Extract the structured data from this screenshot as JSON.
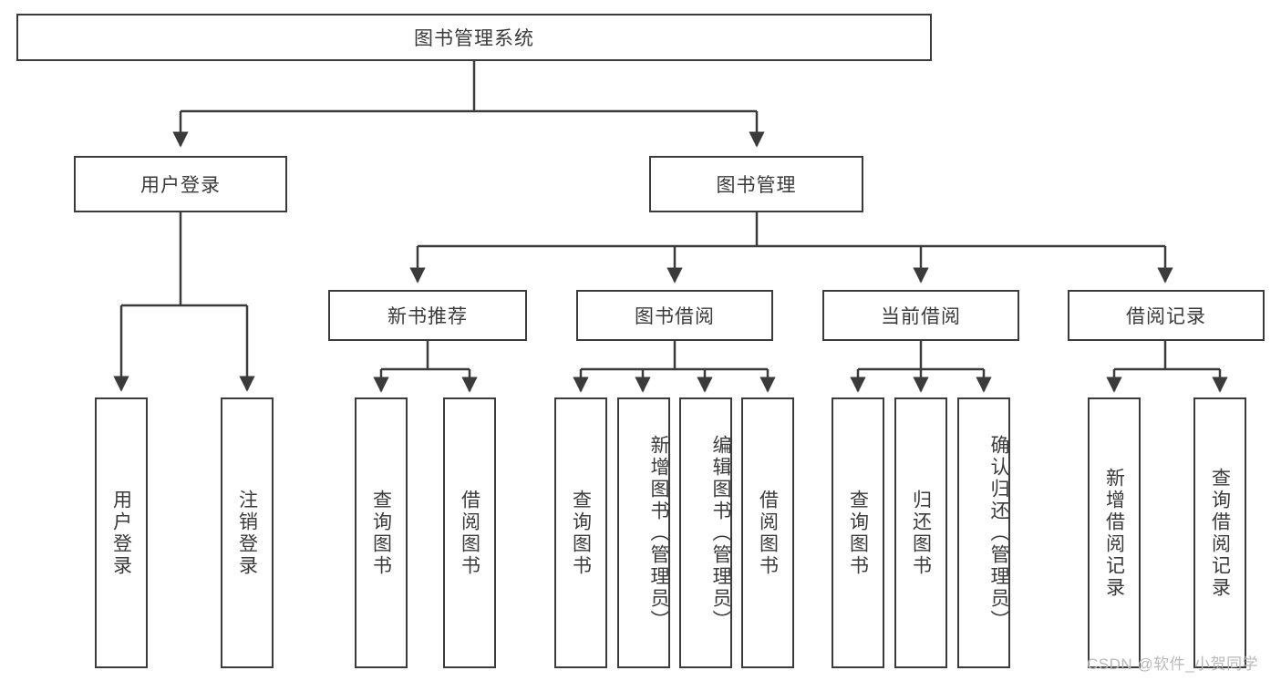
{
  "diagram": {
    "type": "tree",
    "title": "图书管理系统",
    "root": {
      "id": "root",
      "label": "图书管理系统"
    },
    "level2": [
      {
        "id": "user-login",
        "label": "用户登录"
      },
      {
        "id": "book-manage",
        "label": "图书管理"
      }
    ],
    "level3": [
      {
        "id": "new-book-rec",
        "label": "新书推荐"
      },
      {
        "id": "book-borrow",
        "label": "图书借阅"
      },
      {
        "id": "current-borrow",
        "label": "当前借阅"
      },
      {
        "id": "borrow-record",
        "label": "借阅记录"
      }
    ],
    "leaves": [
      {
        "id": "leaf-user-login",
        "label": "用户登录",
        "parent": "user-login"
      },
      {
        "id": "leaf-logout",
        "label": "注销登录",
        "parent": "user-login"
      },
      {
        "id": "leaf-query-book-1",
        "label": "查询图书",
        "parent": "new-book-rec"
      },
      {
        "id": "leaf-borrow-book-1",
        "label": "借阅图书",
        "parent": "new-book-rec"
      },
      {
        "id": "leaf-query-book-2",
        "label": "查询图书",
        "parent": "book-borrow"
      },
      {
        "id": "leaf-add-book",
        "label": "新增图书（管理员）",
        "parent": "book-borrow"
      },
      {
        "id": "leaf-edit-book",
        "label": "编辑图书（管理员）",
        "parent": "book-borrow"
      },
      {
        "id": "leaf-borrow-book-2",
        "label": "借阅图书",
        "parent": "book-borrow"
      },
      {
        "id": "leaf-query-book-3",
        "label": "查询图书",
        "parent": "current-borrow"
      },
      {
        "id": "leaf-return-book",
        "label": "归还图书",
        "parent": "current-borrow"
      },
      {
        "id": "leaf-confirm-return",
        "label": "确认归还（管理员）",
        "parent": "current-borrow"
      },
      {
        "id": "leaf-add-record",
        "label": "新增借阅记录",
        "parent": "borrow-record"
      },
      {
        "id": "leaf-query-record",
        "label": "查询借阅记录",
        "parent": "borrow-record"
      }
    ],
    "colors": {
      "node_border": "#3b3b3b",
      "node_fill": "#ffffff",
      "text": "#3a3a3a",
      "edge": "#3b3b3b",
      "background": "#ffffff",
      "watermark": "#b9b9b9"
    }
  },
  "watermark": {
    "text": "CSDN @软件_小贺同学"
  }
}
